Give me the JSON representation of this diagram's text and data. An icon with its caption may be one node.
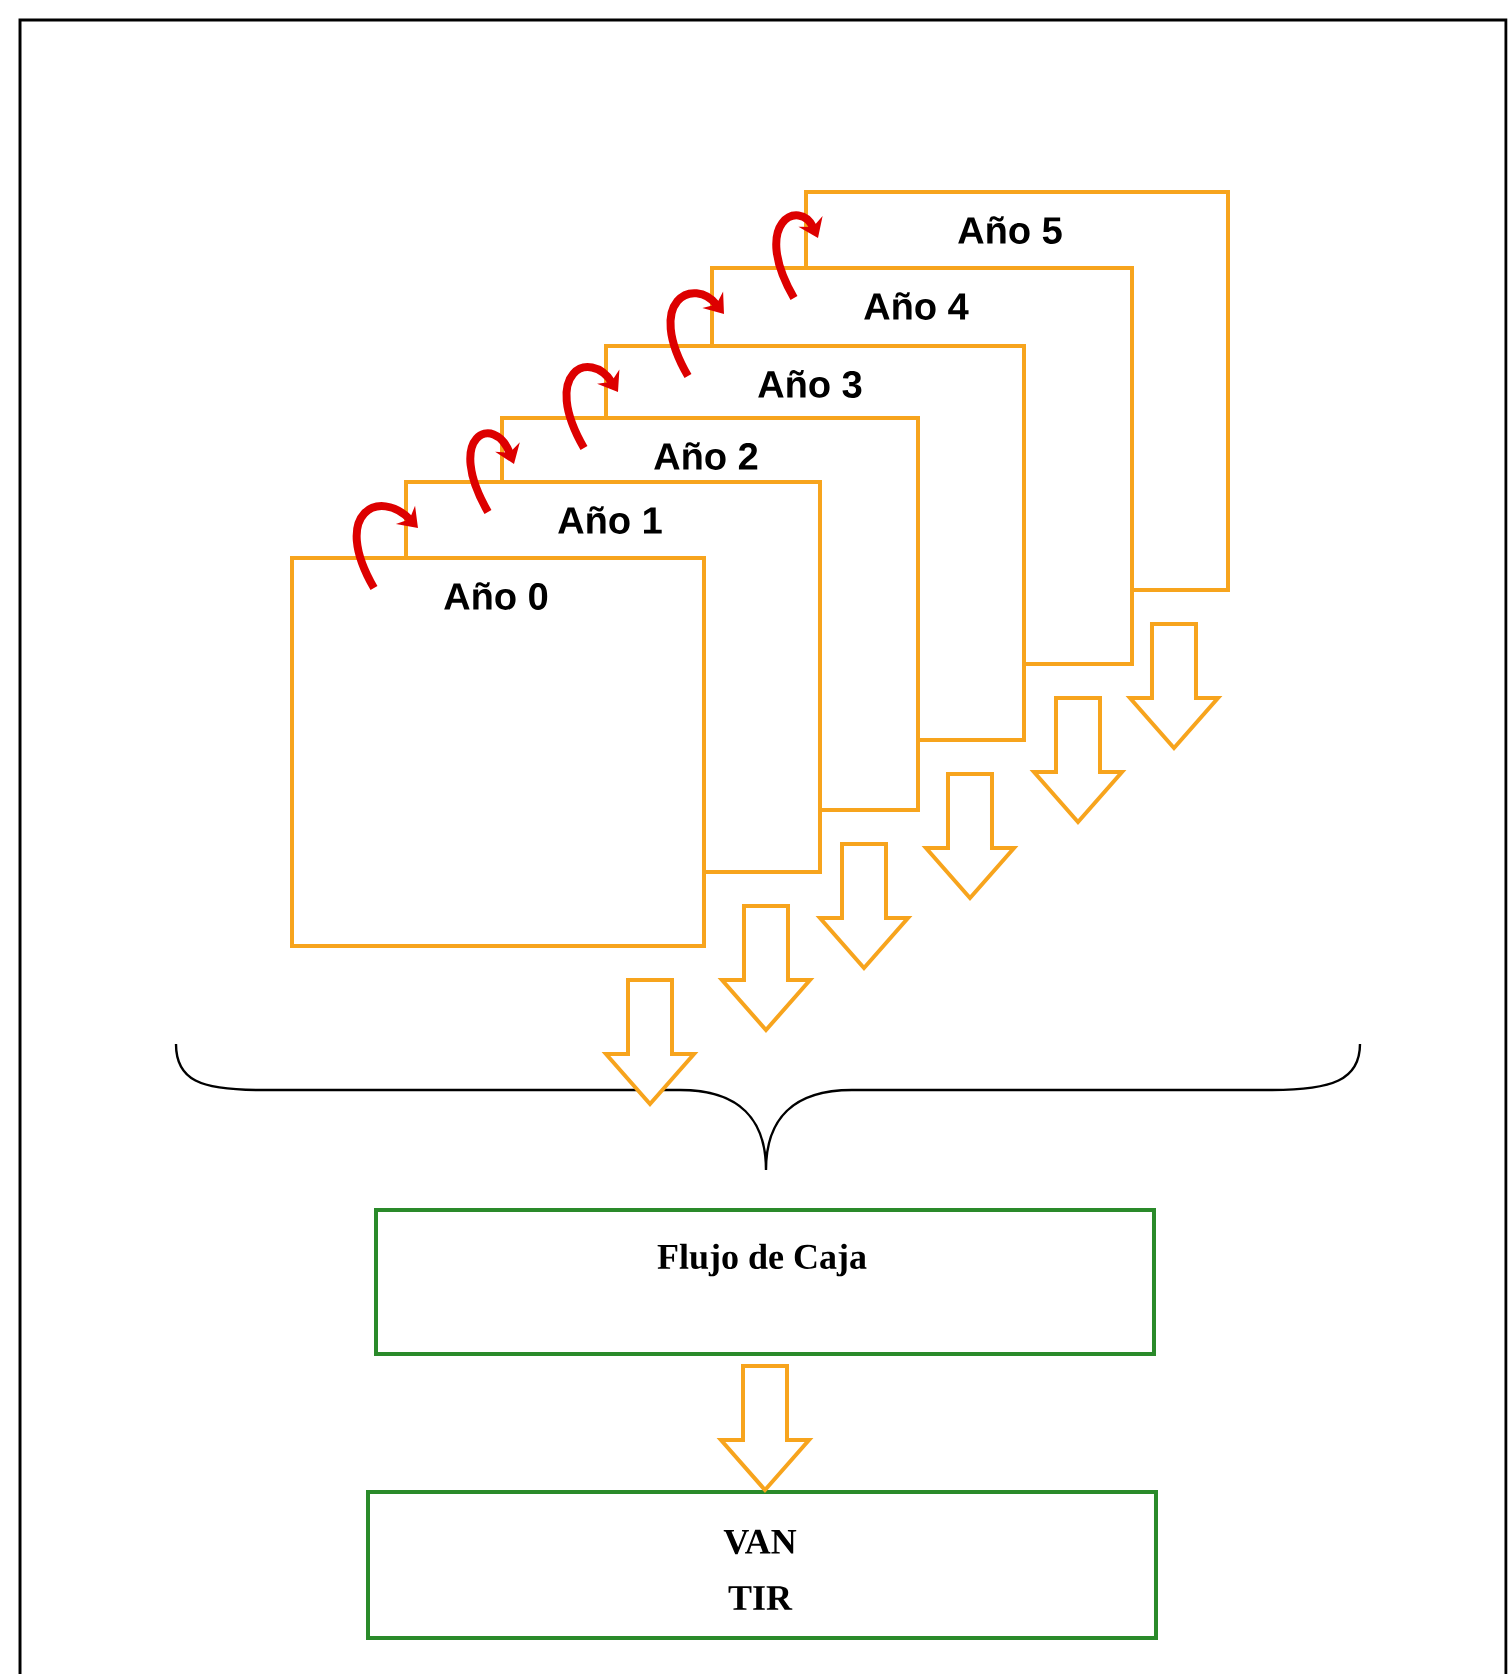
{
  "diagram": {
    "nodes": [
      {
        "text": [
          "Año 0"
        ]
      },
      {
        "text": [
          "Año 1"
        ]
      },
      {
        "text": [
          "Año 2"
        ]
      },
      {
        "text": [
          "Año 3"
        ]
      },
      {
        "text": [
          "Año 4"
        ]
      },
      {
        "text": [
          "Año 5"
        ]
      },
      {
        "text": [
          "Flujo de Caja"
        ]
      },
      {
        "text": [
          "VAN",
          "TIR"
        ]
      }
    ],
    "edges": [
      {
        "from": 0,
        "to": 1,
        "arrow": "to",
        "color": "#dd0000"
      },
      {
        "from": 1,
        "to": 2,
        "arrow": "to",
        "color": "#dd0000"
      },
      {
        "from": 2,
        "to": 3,
        "arrow": "to",
        "color": "#dd0000"
      },
      {
        "from": 3,
        "to": 4,
        "arrow": "to",
        "color": "#dd0000"
      },
      {
        "from": 4,
        "to": 5,
        "arrow": "to",
        "color": "#dd0000"
      },
      {
        "from": 0,
        "to": null,
        "arrow": "to"
      },
      {
        "from": 1,
        "to": null,
        "arrow": "to"
      },
      {
        "from": 2,
        "to": null,
        "arrow": "to"
      },
      {
        "from": 3,
        "to": null,
        "arrow": "to"
      },
      {
        "from": 4,
        "to": null,
        "arrow": "to"
      },
      {
        "from": 5,
        "to": null,
        "arrow": "to"
      },
      {
        "from": 6,
        "to": 7,
        "arrow": "to"
      }
    ]
  }
}
